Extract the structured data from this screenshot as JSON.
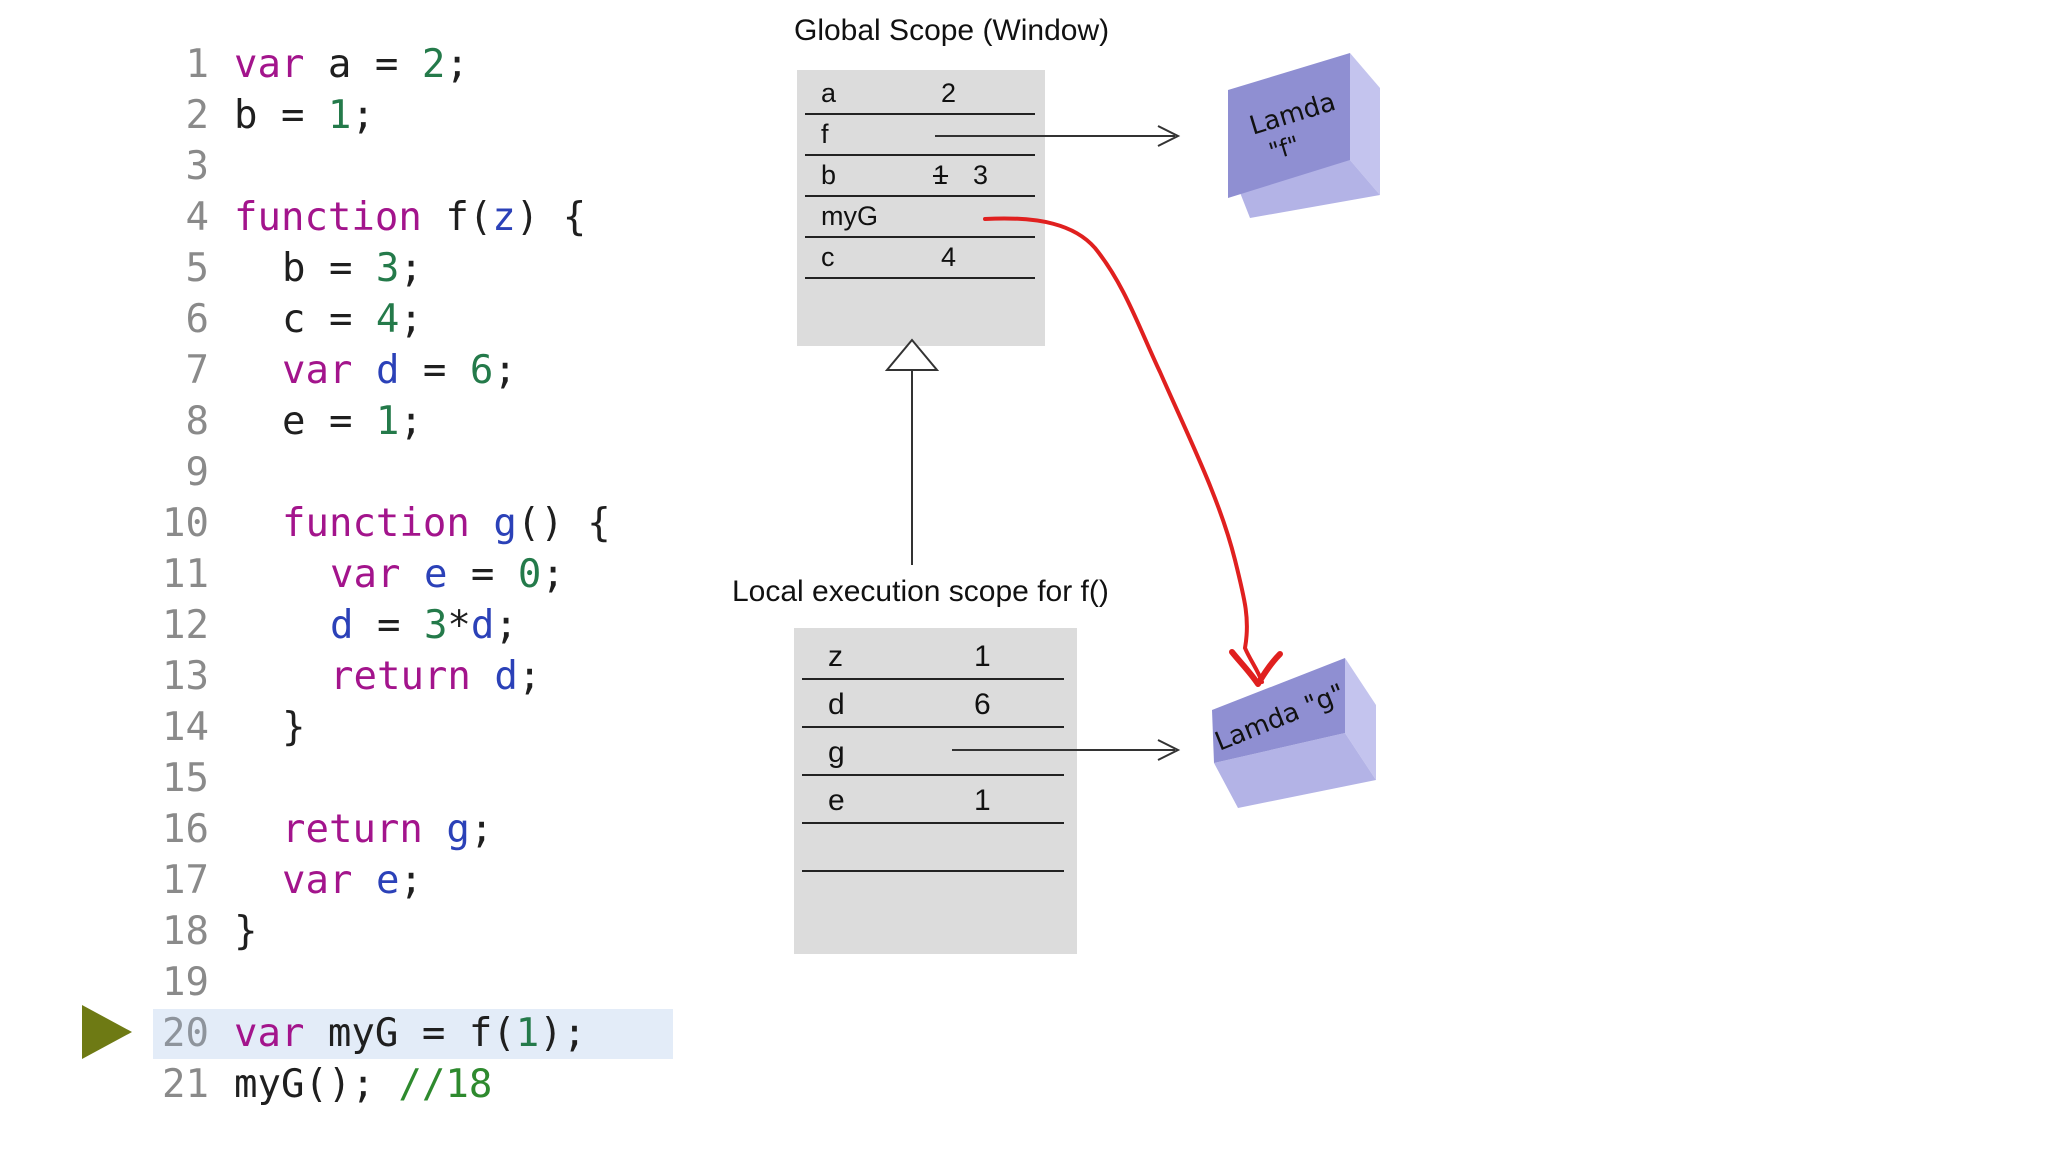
{
  "code": {
    "current_line": 20,
    "lines": [
      {
        "n": "1",
        "indent": 0,
        "tokens": [
          {
            "t": "var",
            "k": "kw"
          },
          {
            "t": " a = ",
            "k": "id"
          },
          {
            "t": "2",
            "k": "num"
          },
          {
            "t": ";",
            "k": "punc"
          }
        ]
      },
      {
        "n": "2",
        "indent": 0,
        "tokens": [
          {
            "t": "b = ",
            "k": "id"
          },
          {
            "t": "1",
            "k": "num"
          },
          {
            "t": ";",
            "k": "punc"
          }
        ]
      },
      {
        "n": "3",
        "indent": 0,
        "tokens": []
      },
      {
        "n": "4",
        "indent": 0,
        "tokens": [
          {
            "t": "function",
            "k": "kw"
          },
          {
            "t": " f(",
            "k": "id"
          },
          {
            "t": "z",
            "k": "var"
          },
          {
            "t": ") {",
            "k": "punc"
          }
        ]
      },
      {
        "n": "5",
        "indent": 1,
        "tokens": [
          {
            "t": "b = ",
            "k": "id"
          },
          {
            "t": "3",
            "k": "num"
          },
          {
            "t": ";",
            "k": "punc"
          }
        ]
      },
      {
        "n": "6",
        "indent": 1,
        "tokens": [
          {
            "t": "c = ",
            "k": "id"
          },
          {
            "t": "4",
            "k": "num"
          },
          {
            "t": ";",
            "k": "punc"
          }
        ]
      },
      {
        "n": "7",
        "indent": 1,
        "tokens": [
          {
            "t": "var",
            "k": "kw"
          },
          {
            "t": " ",
            "k": "id"
          },
          {
            "t": "d",
            "k": "var"
          },
          {
            "t": " = ",
            "k": "id"
          },
          {
            "t": "6",
            "k": "num"
          },
          {
            "t": ";",
            "k": "punc"
          }
        ]
      },
      {
        "n": "8",
        "indent": 1,
        "tokens": [
          {
            "t": "e = ",
            "k": "id"
          },
          {
            "t": "1",
            "k": "num"
          },
          {
            "t": ";",
            "k": "punc"
          }
        ]
      },
      {
        "n": "9",
        "indent": 0,
        "tokens": []
      },
      {
        "n": "10",
        "indent": 1,
        "tokens": [
          {
            "t": "function",
            "k": "kw"
          },
          {
            "t": " ",
            "k": "id"
          },
          {
            "t": "g",
            "k": "fn"
          },
          {
            "t": "() {",
            "k": "punc"
          }
        ]
      },
      {
        "n": "11",
        "indent": 2,
        "tokens": [
          {
            "t": "var",
            "k": "kw"
          },
          {
            "t": " ",
            "k": "id"
          },
          {
            "t": "e",
            "k": "var"
          },
          {
            "t": " = ",
            "k": "id"
          },
          {
            "t": "0",
            "k": "num"
          },
          {
            "t": ";",
            "k": "punc"
          }
        ]
      },
      {
        "n": "12",
        "indent": 2,
        "tokens": [
          {
            "t": "d",
            "k": "var"
          },
          {
            "t": " = ",
            "k": "id"
          },
          {
            "t": "3",
            "k": "num"
          },
          {
            "t": "*",
            "k": "id"
          },
          {
            "t": "d",
            "k": "var"
          },
          {
            "t": ";",
            "k": "punc"
          }
        ]
      },
      {
        "n": "13",
        "indent": 2,
        "tokens": [
          {
            "t": "return",
            "k": "kw"
          },
          {
            "t": " ",
            "k": "id"
          },
          {
            "t": "d",
            "k": "var"
          },
          {
            "t": ";",
            "k": "punc"
          }
        ]
      },
      {
        "n": "14",
        "indent": 1,
        "tokens": [
          {
            "t": "}",
            "k": "punc"
          }
        ]
      },
      {
        "n": "15",
        "indent": 0,
        "tokens": []
      },
      {
        "n": "16",
        "indent": 1,
        "tokens": [
          {
            "t": "return",
            "k": "kw"
          },
          {
            "t": " ",
            "k": "id"
          },
          {
            "t": "g",
            "k": "fn"
          },
          {
            "t": ";",
            "k": "punc"
          }
        ]
      },
      {
        "n": "17",
        "indent": 1,
        "tokens": [
          {
            "t": "var",
            "k": "kw"
          },
          {
            "t": " ",
            "k": "id"
          },
          {
            "t": "e",
            "k": "var"
          },
          {
            "t": ";",
            "k": "punc"
          }
        ]
      },
      {
        "n": "18",
        "indent": 0,
        "tokens": [
          {
            "t": "}",
            "k": "punc"
          }
        ]
      },
      {
        "n": "19",
        "indent": 0,
        "tokens": []
      },
      {
        "n": "20",
        "indent": 0,
        "tokens": [
          {
            "t": "var",
            "k": "kw"
          },
          {
            "t": " myG = f(",
            "k": "id"
          },
          {
            "t": "1",
            "k": "num"
          },
          {
            "t": ");",
            "k": "punc"
          }
        ]
      },
      {
        "n": "21",
        "indent": 0,
        "tokens": [
          {
            "t": "myG(); ",
            "k": "id"
          },
          {
            "t": "//18",
            "k": "cmt"
          }
        ]
      }
    ]
  },
  "global_scope": {
    "title": "Global Scope (Window)",
    "rows": [
      {
        "name": "a",
        "old_value": "",
        "value": "2"
      },
      {
        "name": "f",
        "old_value": "",
        "value": ""
      },
      {
        "name": "b",
        "old_value": "1",
        "value": "3"
      },
      {
        "name": "myG",
        "old_value": "",
        "value": ""
      },
      {
        "name": "c",
        "old_value": "",
        "value": "4"
      }
    ]
  },
  "local_scope": {
    "title": "Local execution scope for f()",
    "rows": [
      {
        "name": "z",
        "value": "1"
      },
      {
        "name": "d",
        "value": "6"
      },
      {
        "name": "g",
        "value": ""
      },
      {
        "name": "e",
        "value": "1"
      },
      {
        "name": "",
        "value": ""
      }
    ]
  },
  "lambda_f": {
    "line1": "Lamda",
    "line2": "\"f\""
  },
  "lambda_g": {
    "label": "Lamda \"g\""
  },
  "colors": {
    "scope_bg": "#dcdcdc",
    "cube_front": "#8f8fd2",
    "cube_top": "#c4c4ee",
    "cube_side": "#b3b3e6",
    "reference_arrow": "#e0201f",
    "highlight": "#e3ecf8",
    "exec_pointer": "#6e7a14"
  }
}
